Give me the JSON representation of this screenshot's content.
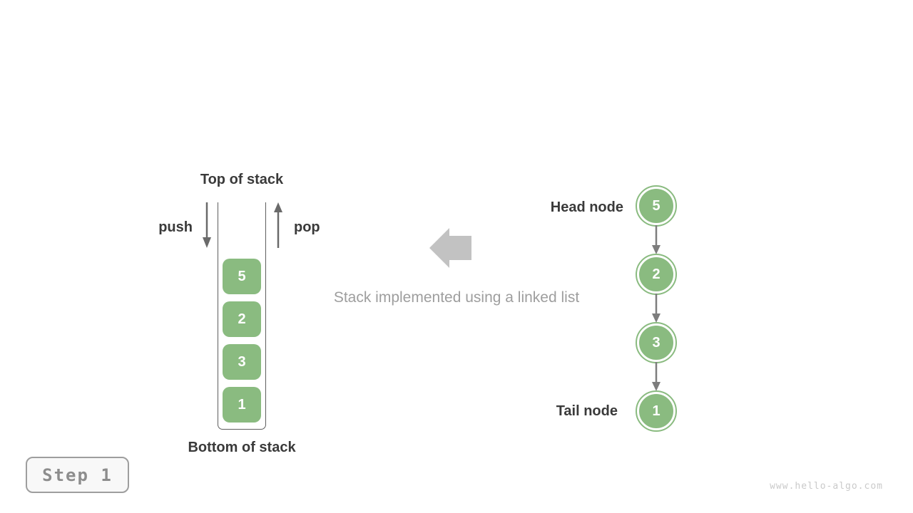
{
  "figure": {
    "caption": "Stack implemented using a linked list"
  },
  "stack_panel": {
    "top_label": "Top of stack",
    "bottom_label": "Bottom of stack",
    "push_label": "push",
    "pop_label": "pop",
    "values": [
      "5",
      "2",
      "3",
      "1"
    ]
  },
  "linked_list_panel": {
    "head_label": "Head node",
    "tail_label": "Tail node",
    "values": [
      "5",
      "2",
      "3",
      "1"
    ]
  },
  "footer": {
    "step_label": "Step 1",
    "watermark": "www.hello-algo.com"
  },
  "icons": {
    "push_arrow": "down-arrow",
    "pop_arrow": "up-arrow",
    "caption_arrow": "left-block-arrow",
    "link_arrow": "down-arrow"
  },
  "colors": {
    "node_green": "#8ABB80",
    "label_dark": "#3A3A3A",
    "muted_gray": "#9E9E9E",
    "arrow_gray": "#6A6A6A",
    "connector_gray": "#7D7D7D",
    "block_arrow_gray": "#C2C2C2",
    "container_line": "#5E5E5E",
    "step_text_gray": "#8D8D8D",
    "watermark_gray": "#CACACA"
  }
}
